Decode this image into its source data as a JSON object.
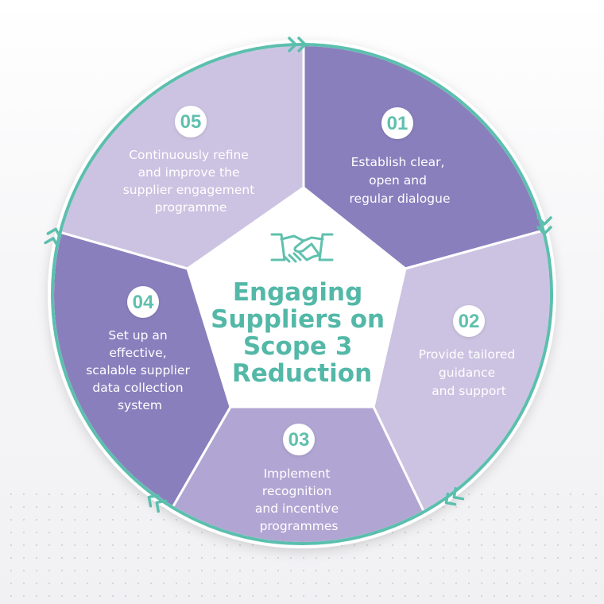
{
  "title": [
    "Engaging",
    "Suppliers on",
    "Scope 3",
    "Reduction"
  ],
  "center_icon": "handshake-icon",
  "segments": [
    {
      "number": "01",
      "lines": [
        "Establish clear,",
        "open and",
        "regular dialogue"
      ]
    },
    {
      "number": "02",
      "lines": [
        "Provide tailored",
        "guidance",
        "and support"
      ]
    },
    {
      "number": "03",
      "lines": [
        "Implement",
        "recognition",
        "and incentive",
        "programmes"
      ]
    },
    {
      "number": "04",
      "lines": [
        "Set up an",
        "effective,",
        "scalable supplier",
        "data collection",
        "system"
      ]
    },
    {
      "number": "05",
      "lines": [
        "Continuously refine",
        "and improve the",
        "supplier engagement",
        "programme"
      ]
    }
  ],
  "colors": {
    "accent": "#5fc0ad",
    "ring": "#5cbfae",
    "segment_dark": "#8a7fbd",
    "segment_medium": "#b1a6d3",
    "segment_light": "#ccc3e2",
    "center": "#ffffff"
  }
}
